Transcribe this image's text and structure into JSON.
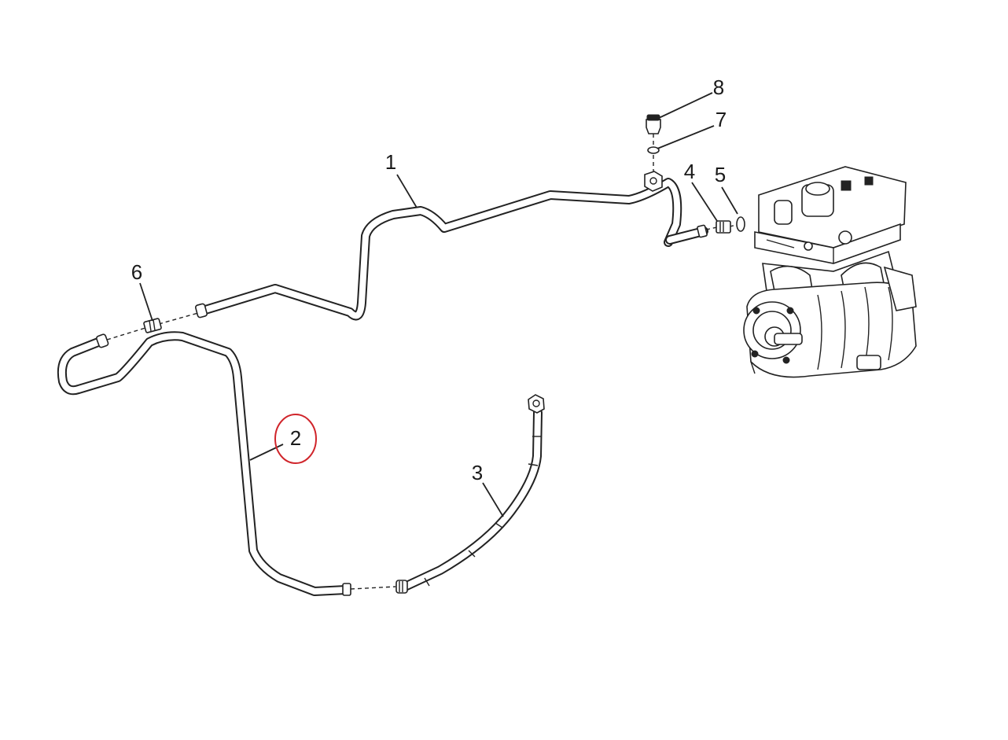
{
  "diagram": {
    "highlight_color": "#d0252b",
    "line_color": "#222222",
    "background": "#ffffff",
    "highlighted_callout": "2",
    "callouts": {
      "c1": "1",
      "c2": "2",
      "c3": "3",
      "c4": "4",
      "c5": "5",
      "c6": "6",
      "c7": "7",
      "c8": "8"
    }
  }
}
